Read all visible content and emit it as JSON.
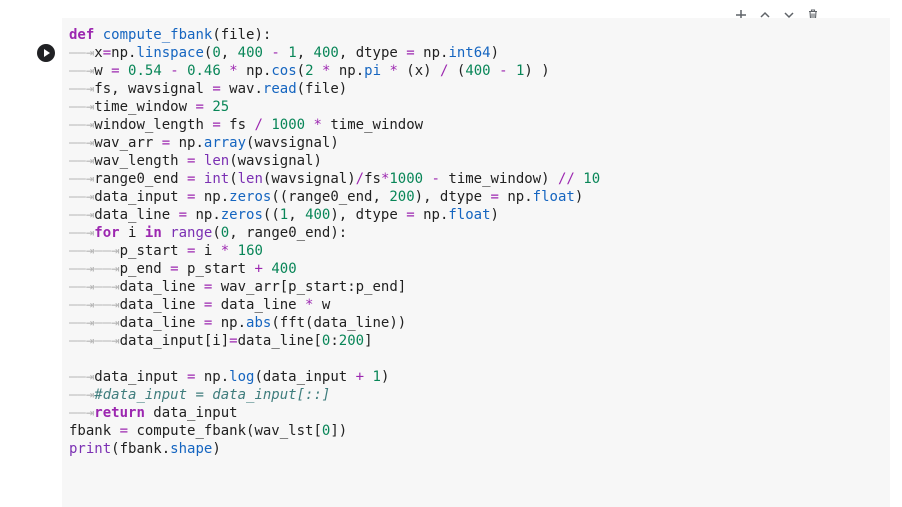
{
  "toolbar": {
    "add_icon": "plus-icon",
    "up_icon": "chevron-up-icon",
    "down_icon": "chevron-down-icon",
    "delete_icon": "trash-icon"
  },
  "cell": {
    "run_icon": "play-icon",
    "lines": [
      "def compute_fbank(file):",
      "    x=np.linspace(0, 400 - 1, 400, dtype = np.int64)",
      "    w = 0.54 - 0.46 * np.cos(2 * np.pi * (x) / (400 - 1) )",
      "    fs, wavsignal = wav.read(file)",
      "    time_window = 25",
      "    window_length = fs / 1000 * time_window",
      "    wav_arr = np.array(wavsignal)",
      "    wav_length = len(wavsignal)",
      "    range0_end = int(len(wavsignal)/fs*1000 - time_window) // 10",
      "    data_input = np.zeros((range0_end, 200), dtype = np.float)",
      "    data_line = np.zeros((1, 400), dtype = np.float)",
      "    for i in range(0, range0_end):",
      "        p_start = i * 160",
      "        p_end = p_start + 400",
      "        data_line = wav_arr[p_start:p_end]",
      "        data_line = data_line * w",
      "        data_line = np.abs(fft(data_line))",
      "        data_input[i]=data_line[0:200]",
      "",
      "    data_input = np.log(data_input + 1)",
      "    #data_input = data_input[::]",
      "    return data_input",
      "fbank = compute_fbank(wav_lst[0])",
      "print(fbank.shape)"
    ]
  }
}
